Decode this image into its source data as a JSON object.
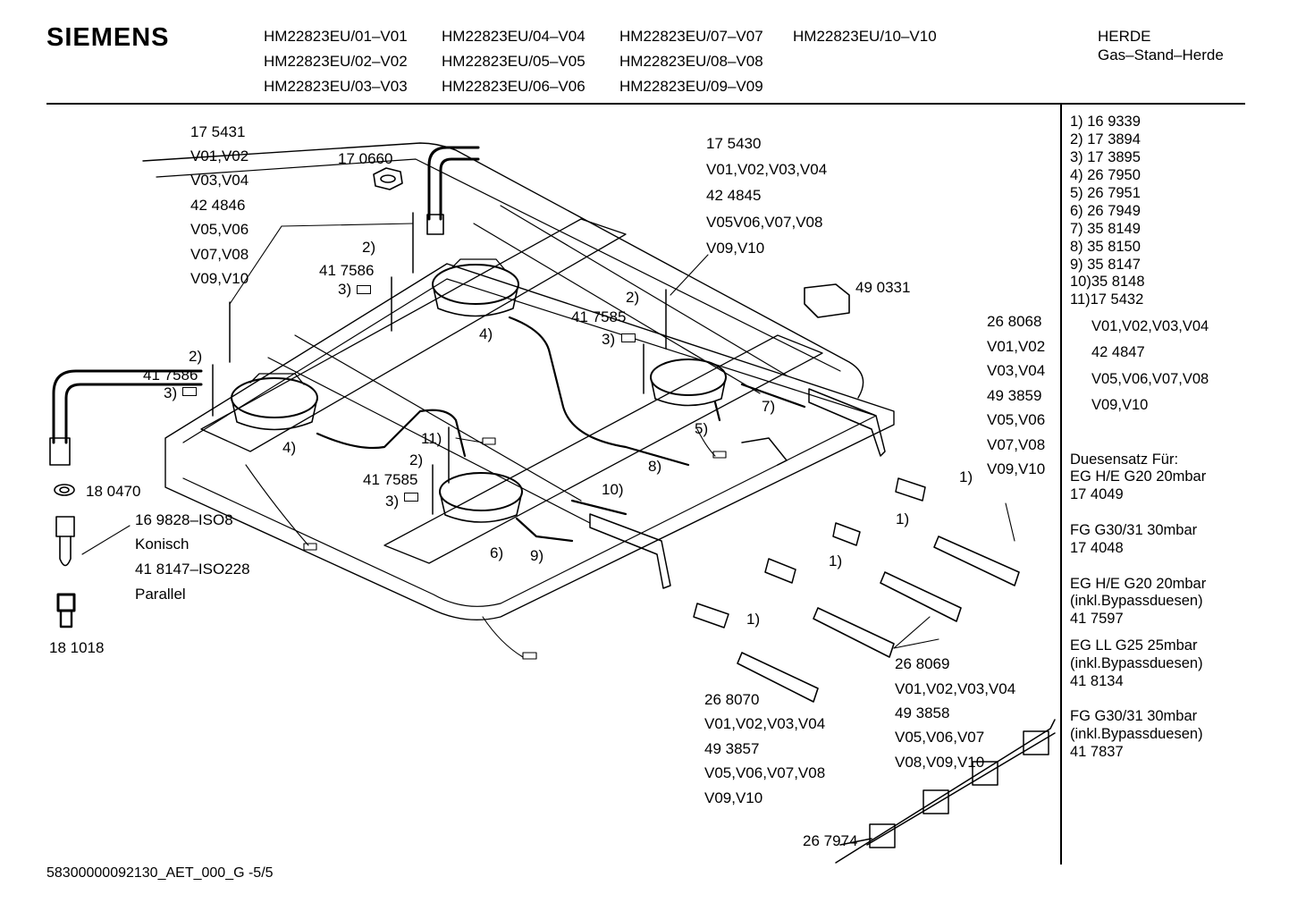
{
  "header": {
    "brand": "SIEMENS",
    "models": [
      [
        "HM22823EU/01–V01",
        "HM22823EU/04–V04",
        "HM22823EU/07–V07",
        "HM22823EU/10–V10"
      ],
      [
        "HM22823EU/02–V02",
        "HM22823EU/05–V05",
        "HM22823EU/08–V08"
      ],
      [
        "HM22823EU/03–V03",
        "HM22823EU/06–V06",
        "HM22823EU/09–V09"
      ]
    ],
    "category": "HERDE",
    "subcategory": "Gas–Stand–Herde"
  },
  "parts_list": [
    "1) 16 9339",
    "2) 17 3894",
    "3) 17 3895",
    "4) 26 7950",
    "5) 26 7951",
    "6) 26 7949",
    "7) 35 8149",
    "8) 35 8150",
    "9) 35 8147",
    "10)35 8148",
    "11)17 5432"
  ],
  "parts_list_sub": [
    "V01,V02,V03,V04",
    "42 4847",
    "V05,V06,V07,V08",
    "V09,V10"
  ],
  "nozzle_sets": {
    "title": "Duesensatz Für:",
    "s1": [
      "EG H/E G20 20mbar",
      "17 4049"
    ],
    "s2": [
      "FG G30/31 30mbar",
      "17 4048"
    ],
    "s3": [
      "EG H/E G20 20mbar",
      "(inkl.Bypassduesen)",
      "41 7597"
    ],
    "s4": [
      "EG LL G25 25mbar",
      "(inkl.Bypassduesen)",
      "41 8134"
    ],
    "s5": [
      "FG G30/31 30mbar",
      "(inkl.Bypassduesen)",
      "41 7837"
    ]
  },
  "callouts": {
    "top_left": [
      "17 5431",
      "V01,V02",
      "V03,V04",
      "42 4846",
      "V05,V06",
      "V07,V08",
      "V09,V10"
    ],
    "nut": "17 0660",
    "top_center": [
      "17 5430",
      "V01,V02,V03,V04",
      "42 4845",
      "V05V06,V07,V08",
      "V09,V10"
    ],
    "connector": "49 0331",
    "bracket_right": [
      "26 8068",
      "V01,V02",
      "V03,V04",
      "49 3859",
      "V05,V06",
      "V07,V08",
      "V09,V10"
    ],
    "valve_mid": [
      "26 8069",
      "V01,V02,V03,V04",
      "49 3858",
      "V05,V06,V07",
      "V08,V09,V10"
    ],
    "valve_bottom": [
      "26 8070",
      "V01,V02,V03,V04",
      "49 3857",
      "V05,V06,V07,V08",
      "V09,V10"
    ],
    "manifold": "26 7974",
    "washer": "18 0470",
    "fitting": [
      "16 9828–ISO8",
      "Konisch",
      "41 8147–ISO228",
      "Parallel"
    ],
    "fitting_part": "18 1018",
    "thermo_a": "41 7586",
    "thermo_b": "41 7586",
    "thermo_c": "41 7585",
    "thermo_d": "41 7585",
    "n1": "1)",
    "n2": "2)",
    "n3": "3)",
    "n4": "4)",
    "n5": "5)",
    "n6": "6)",
    "n7": "7)",
    "n8": "8)",
    "n9": "9)",
    "n10": "10)",
    "n11": "11)"
  },
  "footer": "58300000092130_AET_000_G -5/5"
}
